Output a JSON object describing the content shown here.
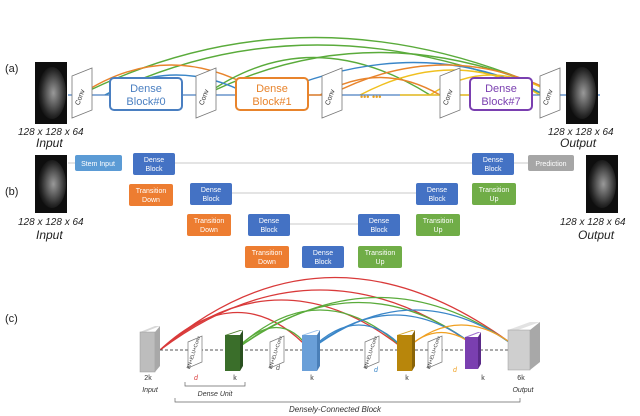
{
  "panel_a": {
    "label": "(a)",
    "input_size": "128 x 128 x 64",
    "input_label": "Input",
    "output_size": "128 x 128 x 64",
    "output_label": "Output",
    "conv_labels": [
      "Conv",
      "Conv",
      "Conv",
      "Conv",
      "Conv"
    ],
    "dense_blocks": [
      {
        "line1": "Dense",
        "line2": "Block#0",
        "color": "#4a7fc1"
      },
      {
        "line1": "Dense",
        "line2": "Block#1",
        "color": "#e8842c"
      },
      {
        "line1": "Dense",
        "line2": "Block#7",
        "color": "#7a3fb0"
      }
    ],
    "ellipsis": "••• •••",
    "arc_colors": [
      "#5aab3b",
      "#e8842c",
      "#3a86c8",
      "#f0c020",
      "#d94a3c"
    ]
  },
  "panel_b": {
    "label": "(b)",
    "input_size": "128 x 128 x 64",
    "input_label": "Input",
    "output_size": "128 x 128 x 64",
    "output_label": "Output",
    "stem_input": "Stem Input",
    "prediction": "Prediction",
    "dense_line1": "Dense",
    "dense_line2": "Block",
    "td_line1": "Transition",
    "td_line2": "Down",
    "tu_line1": "Transition",
    "tu_line2": "Up",
    "colors": {
      "stem": "#5b9bd5",
      "dense": "#4472c4",
      "transition_down": "#ed7d31",
      "transition_up": "#70ad47",
      "prediction": "#a6a6a6"
    }
  },
  "panel_c": {
    "label": "(c)",
    "input_channels": "2k",
    "input_label": "Input",
    "output_channels": "6k",
    "output_label": "Output",
    "unit_label": "BN+ELU+Conv",
    "k": "k",
    "d": "d",
    "dense_unit_label": "Dense Unit",
    "block_label": "Densely-Connected Block",
    "feature_colors": [
      "#3a6e2a",
      "#6a9fd8",
      "#b8860b",
      "#7a3fb0"
    ],
    "arc_colors": [
      "#d93a3a",
      "#5aab3b",
      "#3a86c8",
      "#f0a020"
    ]
  }
}
